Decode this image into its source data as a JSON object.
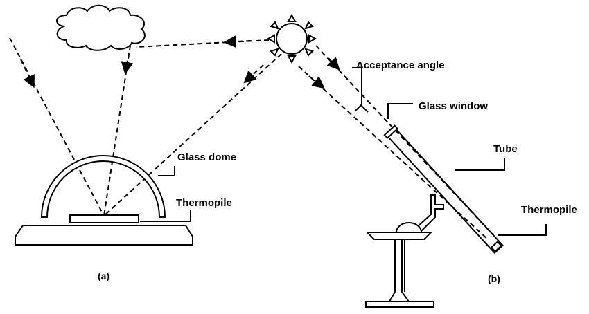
{
  "labels": {
    "acceptance_angle": "Acceptance angle",
    "glass_window": "Glass window",
    "tube": "Tube",
    "thermopile_b": "Thermopile",
    "glass_dome": "Glass dome",
    "thermopile_a": "Thermopile"
  },
  "captions": {
    "a": "(a)",
    "b": "(b)"
  },
  "colors": {
    "stroke": "#000000",
    "background": "#ffffff"
  }
}
